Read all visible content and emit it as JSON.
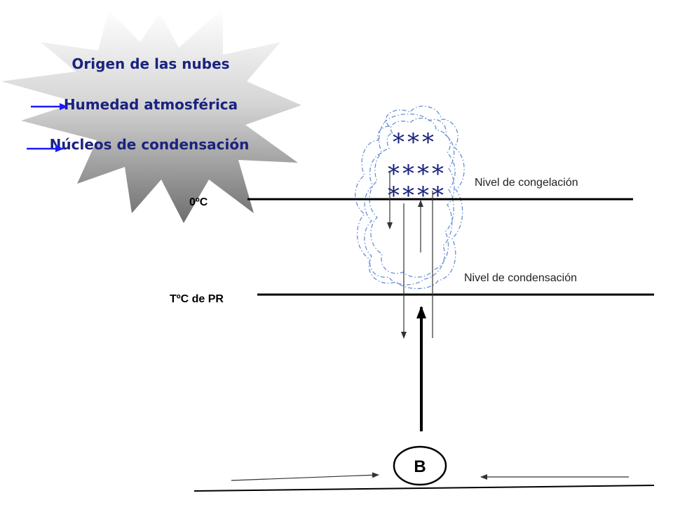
{
  "star": {
    "title": "Origen de las nubes",
    "item1": "Humedad atmosférica",
    "item2": "Núcleos de condensación"
  },
  "levels": {
    "zero_label": "0ºC",
    "dew_label": "TºC  de PR",
    "freeze_label": "Nivel de congelación",
    "condense_label": "Nivel de condensación"
  },
  "cloud": {
    "snow_row1": "***",
    "snow_row2": "****",
    "snow_row3": "****"
  },
  "base": {
    "label": "B"
  },
  "colors": {
    "title_text": "#1a237e",
    "star_arrow": "#1a1aff",
    "cloud_outline": "#6a8fd6"
  }
}
